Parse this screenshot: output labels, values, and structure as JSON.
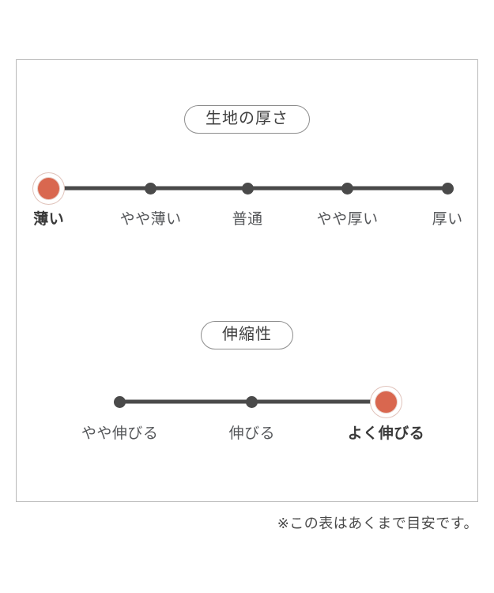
{
  "chart_data": {
    "type": "table",
    "title": "",
    "footnote": "※この表はあくまで目安です。",
    "accent_color": "#D9674F",
    "inactive_color": "#4A4A4A",
    "scales": [
      {
        "heading": "生地の厚さ",
        "selected_index": 0,
        "categories": [
          "薄い",
          "やや薄い",
          "普通",
          "やや厚い",
          "厚い"
        ],
        "positions_pct": [
          7.0,
          29.1,
          50.1,
          71.8,
          93.5
        ],
        "values": [
          1,
          0,
          0,
          0,
          0
        ]
      },
      {
        "heading": "伸縮性",
        "selected_index": 2,
        "categories": [
          "やや伸びる",
          "伸びる",
          "よく伸びる"
        ],
        "positions_pct": [
          22.4,
          51.1,
          80.2
        ],
        "values": [
          0,
          0,
          1
        ]
      }
    ]
  },
  "card": {
    "thickness": {
      "heading": "生地の厚さ",
      "labels": {
        "l0": "薄い",
        "l1": "やや薄い",
        "l2": "普通",
        "l3": "やや厚い",
        "l4": "厚い"
      }
    },
    "stretch": {
      "heading": "伸縮性",
      "labels": {
        "l0": "やや伸びる",
        "l1": "伸びる",
        "l2": "よく伸びる"
      }
    }
  },
  "footnote": "※この表はあくまで目安です。"
}
